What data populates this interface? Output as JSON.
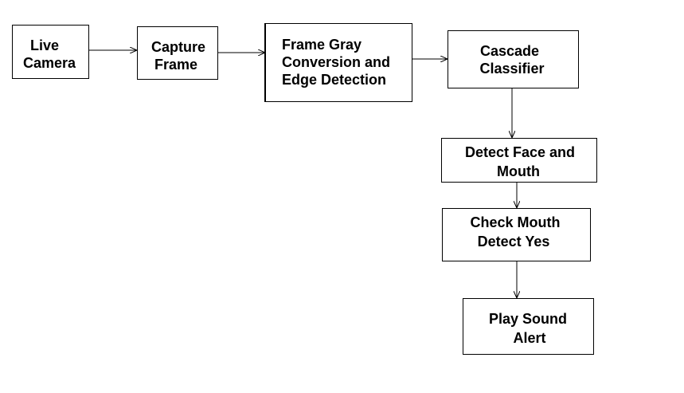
{
  "diagram": {
    "nodes": [
      {
        "id": "live-camera",
        "lines": [
          "Live",
          "Camera"
        ]
      },
      {
        "id": "capture-frame",
        "lines": [
          "Capture",
          "Frame"
        ]
      },
      {
        "id": "gray-edge",
        "lines": [
          "Frame Gray",
          "Conversion and",
          "Edge Detection"
        ]
      },
      {
        "id": "cascade",
        "lines": [
          "Cascade",
          "Classifier"
        ]
      },
      {
        "id": "detect-face",
        "lines": [
          "Detect Face and",
          "Mouth"
        ]
      },
      {
        "id": "check-mouth",
        "lines": [
          "Check Mouth",
          "Detect Yes"
        ]
      },
      {
        "id": "play-sound",
        "lines": [
          "Play Sound",
          "Alert"
        ]
      }
    ],
    "edges": [
      {
        "from": "live-camera",
        "to": "capture-frame"
      },
      {
        "from": "capture-frame",
        "to": "gray-edge"
      },
      {
        "from": "gray-edge",
        "to": "cascade"
      },
      {
        "from": "cascade",
        "to": "detect-face"
      },
      {
        "from": "detect-face",
        "to": "check-mouth"
      },
      {
        "from": "check-mouth",
        "to": "play-sound"
      }
    ]
  }
}
